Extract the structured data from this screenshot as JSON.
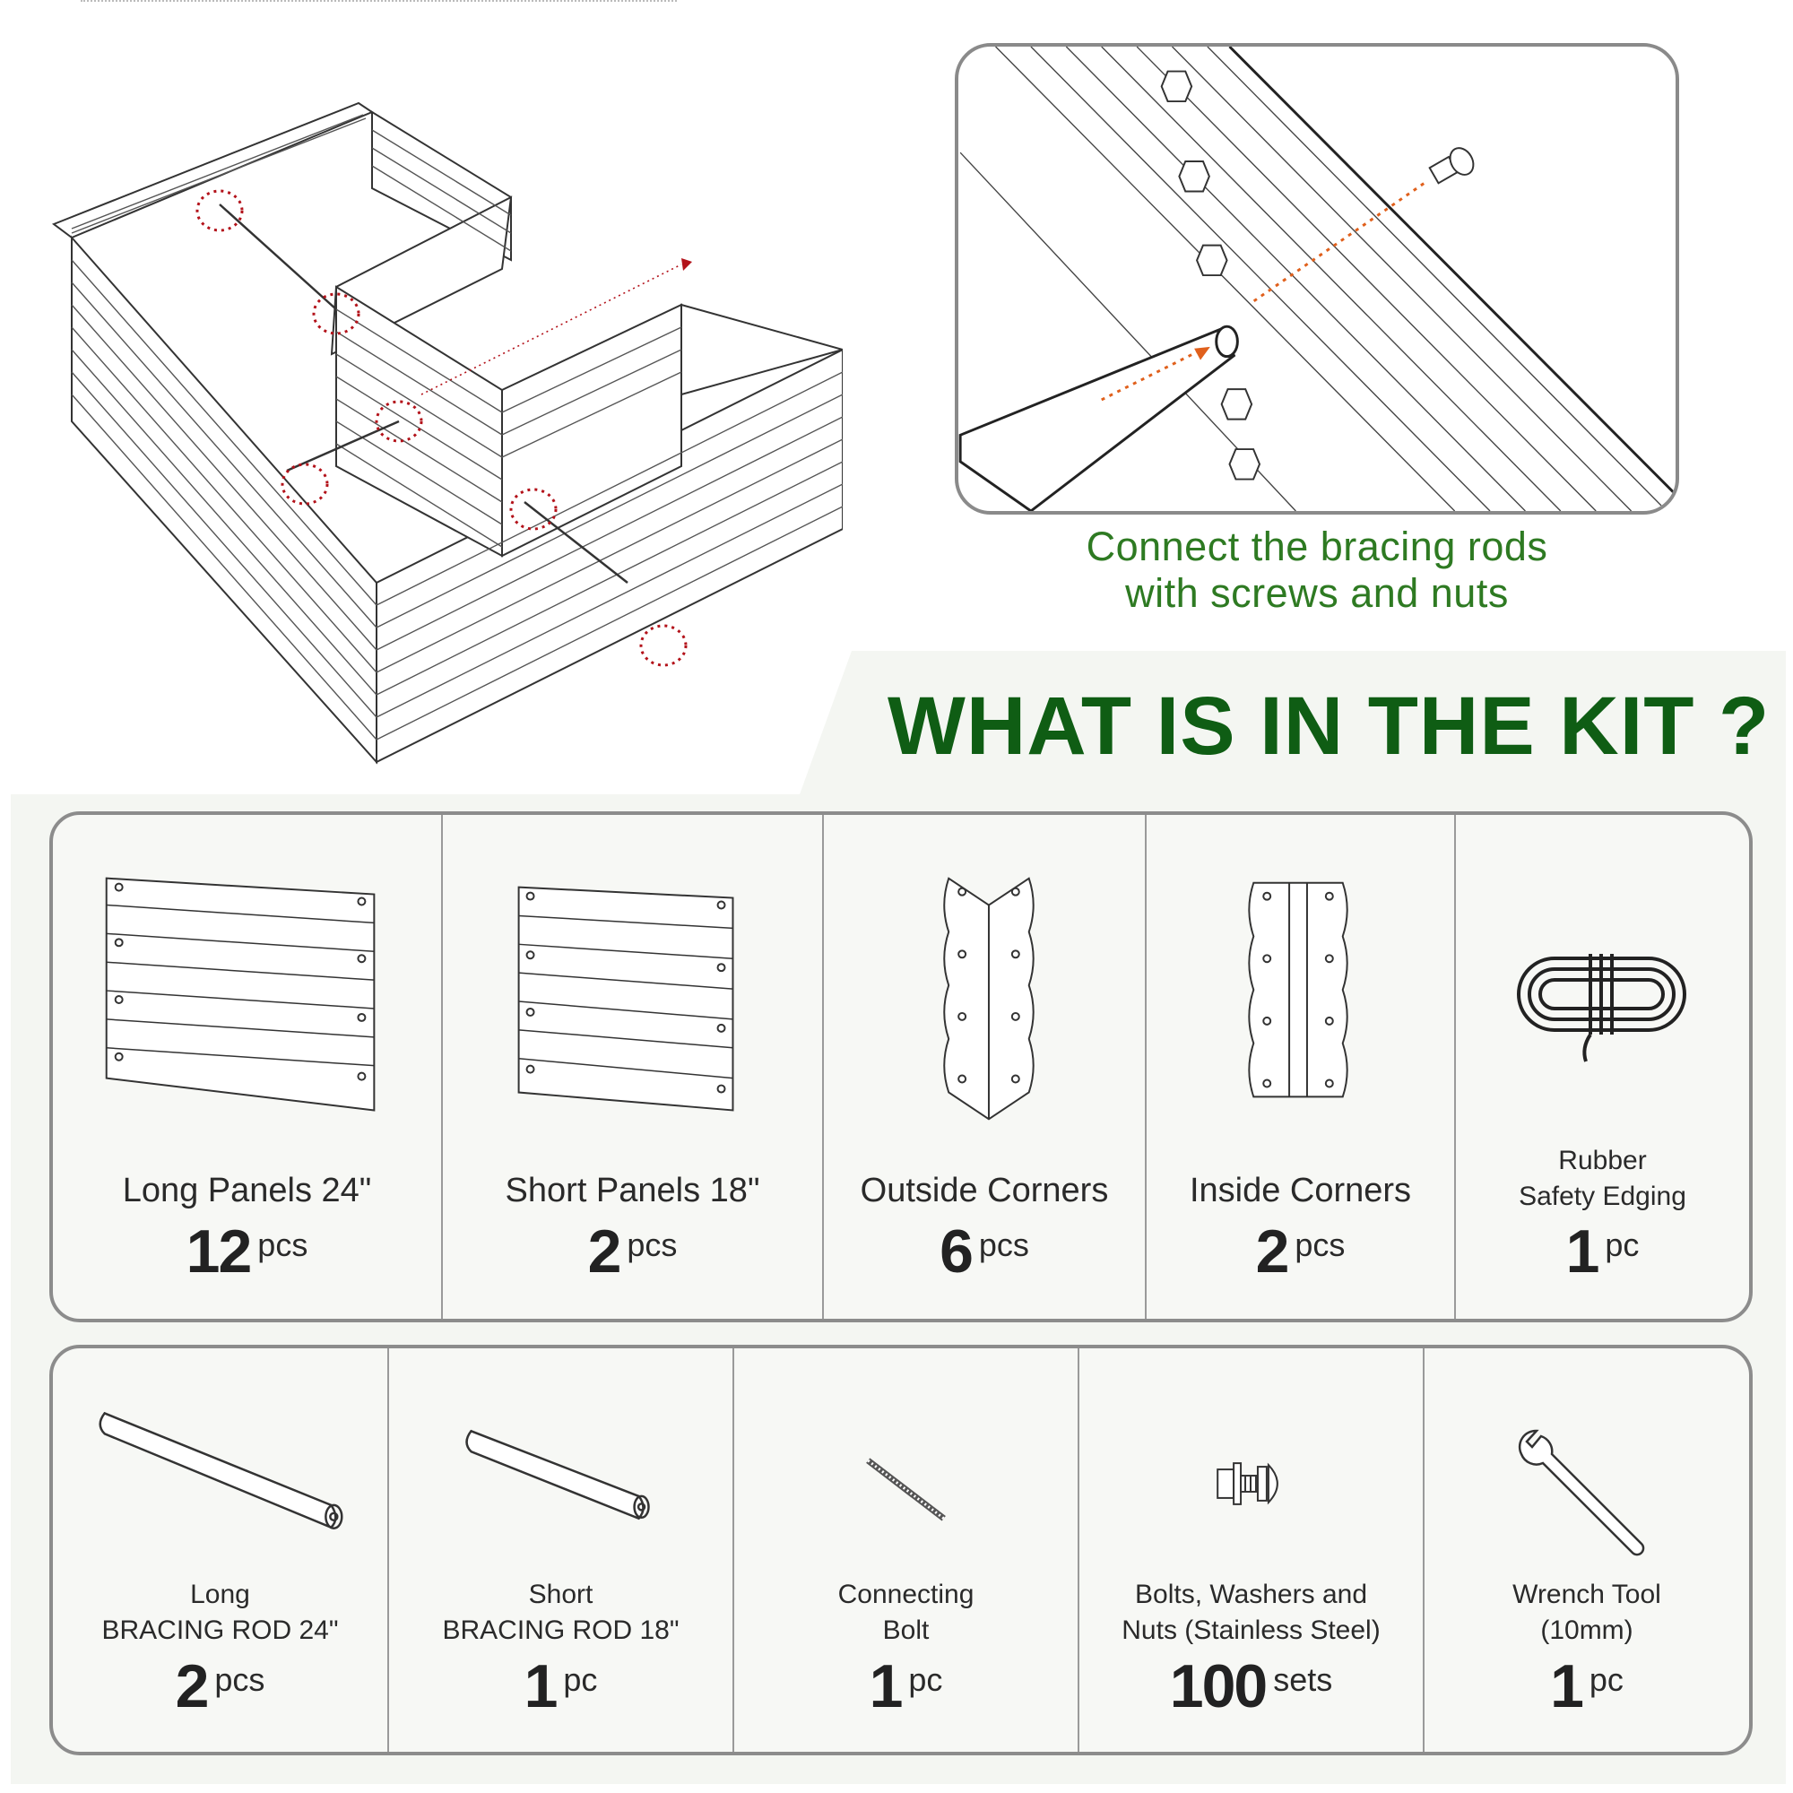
{
  "caption": {
    "line1": "Connect the bracing rods",
    "line2": "with screws and nuts"
  },
  "kit": {
    "title": "WHAT IS IN THE KIT ?",
    "row1": [
      {
        "label1": "Long Panels 24\"",
        "label2": "",
        "count": "12",
        "unit": "pcs",
        "icon": "long-panel-icon"
      },
      {
        "label1": "Short Panels 18\"",
        "label2": "",
        "count": "2",
        "unit": "pcs",
        "icon": "short-panel-icon"
      },
      {
        "label1": "Outside Corners",
        "label2": "",
        "count": "6",
        "unit": "pcs",
        "icon": "outside-corner-icon"
      },
      {
        "label1": "Inside Corners",
        "label2": "",
        "count": "2",
        "unit": "pcs",
        "icon": "inside-corner-icon"
      },
      {
        "label1": "Rubber",
        "label2": "Safety Edging",
        "count": "1",
        "unit": "pc",
        "icon": "rubber-edging-icon"
      }
    ],
    "row2": [
      {
        "label1": "Long",
        "label2": "BRACING ROD 24\"",
        "count": "2",
        "unit": "pcs",
        "icon": "long-rod-icon"
      },
      {
        "label1": "Short",
        "label2": "BRACING ROD 18\"",
        "count": "1",
        "unit": "pc",
        "icon": "short-rod-icon"
      },
      {
        "label1": "Connecting",
        "label2": "Bolt",
        "count": "1",
        "unit": "pc",
        "icon": "connecting-bolt-icon"
      },
      {
        "label1": "Bolts, Washers and",
        "label2": "Nuts (Stainless Steel)",
        "count": "100",
        "unit": "sets",
        "icon": "bolt-washer-nut-icon"
      },
      {
        "label1": "Wrench Tool",
        "label2": "(10mm)",
        "count": "1",
        "unit": "pc",
        "icon": "wrench-icon"
      }
    ]
  },
  "colors": {
    "title_green": "#0f5d14",
    "caption_green": "#2e7a22",
    "highlight_red": "#b3121a",
    "arrow_orange": "#e0601c",
    "panel_bg": "#f7f8f5",
    "kit_bg": "#f4f6f2"
  }
}
